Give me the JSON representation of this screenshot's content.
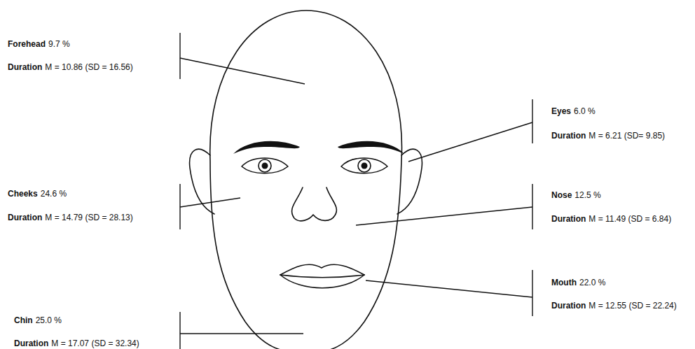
{
  "diagram": {
    "labels": [
      "Forehead",
      "9.7 %",
      "Duration",
      "M = 10.86 (SD = 16.56)",
      "Eyes",
      "6.0 %",
      "Duration",
      "M = 6.21 (SD= 9.85)",
      "Cheeks",
      "24.6 %",
      "Duration",
      "M = 14.79 (SD = 28.13)",
      "Nose",
      "12.5 %",
      "Duration",
      "M = 11.49 (SD = 6.84)",
      "Mouth",
      "22.0 %",
      "Duration",
      "M = 12.55 (SD = 22.24)",
      "Chin",
      "25.0 %",
      "Duration",
      "M = 17.07 (SD = 32.34)"
    ]
  }
}
